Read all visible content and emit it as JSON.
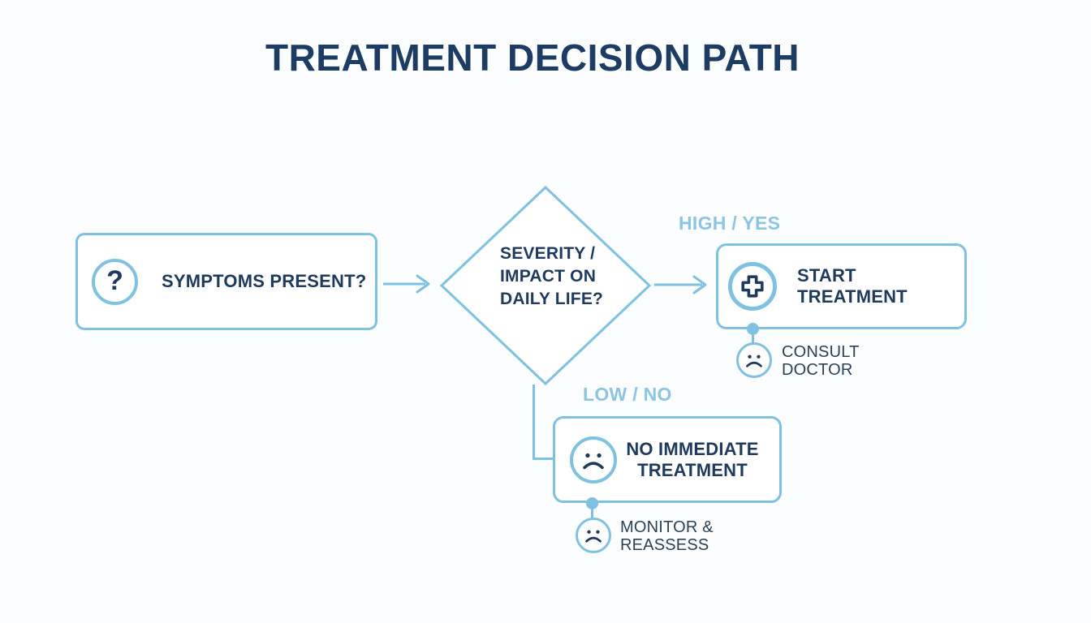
{
  "title": "TREATMENT DECISION PATH",
  "colors": {
    "navy": "#1d3c63",
    "text": "#1e3a5c",
    "light_blue": "#7ec1e0",
    "label_blue": "#8cc5e2",
    "annotation": "#2b4257",
    "bg": "#fcfdfe"
  },
  "nodes": {
    "symptoms": {
      "label": "SYMPTOMS PRESENT?",
      "icon": "question-mark-icon",
      "icon_glyph": "?"
    },
    "decision": {
      "icon": "decision-diamond",
      "lines": [
        "SEVERITY /",
        "IMPACT ON",
        "DAILY LIFE?"
      ]
    },
    "start_treatment": {
      "label": "START TREATMENT",
      "icon": "medical-cross-icon"
    },
    "no_treatment": {
      "icon": "sad-face-icon",
      "lines": [
        "NO IMMEDIATE",
        "TREATMENT"
      ]
    }
  },
  "branches": {
    "high": {
      "label": "HIGH / YES"
    },
    "low": {
      "label": "LOW / NO"
    }
  },
  "annotations": {
    "consult": {
      "icon": "sad-face-icon",
      "lines": [
        "CONSULT",
        "DOCTOR"
      ]
    },
    "monitor": {
      "icon": "sad-face-icon",
      "lines": [
        "MONITOR &",
        "REASSESS"
      ]
    }
  }
}
